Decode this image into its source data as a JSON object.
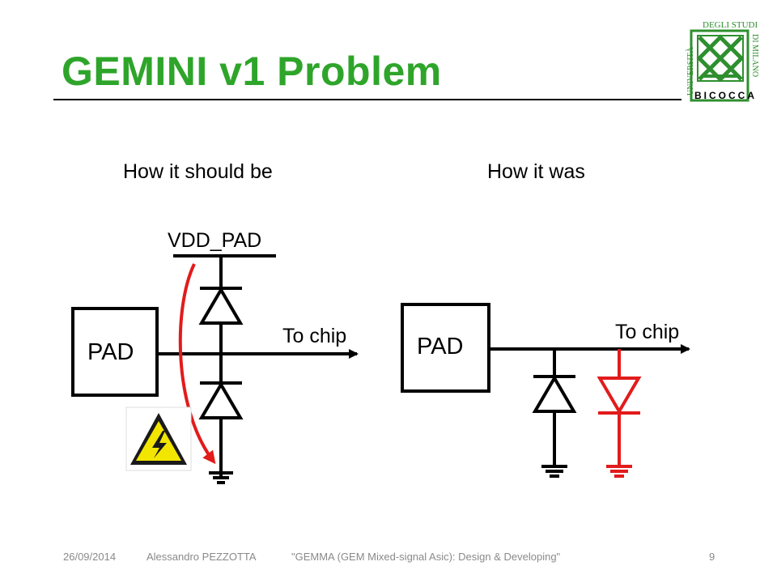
{
  "slide": {
    "title": "GEMINI v1 Problem"
  },
  "logo": {
    "line_vertical": "UNIVERSITÀ",
    "line_top": "DEGLI STUDI",
    "line_right": "DI MILANO",
    "line_bottom": "BICOCCA"
  },
  "diagram": {
    "left_heading": "How it should be",
    "right_heading": "How it was",
    "vdd_label": "VDD_PAD",
    "pad_label_left": "PAD",
    "pad_label_right": "PAD",
    "to_chip_left": "To chip",
    "to_chip_right": "To chip",
    "colors": {
      "wire": "#000000",
      "highlight": "#e21b1b",
      "warning_fill": "#f2e600"
    },
    "icons": [
      "warning-icon",
      "arrow-icon",
      "diode-icon",
      "ground-icon"
    ]
  },
  "footer": {
    "date": "26/09/2014",
    "author": "Alessandro PEZZOTTA",
    "talk": "\"GEMMA (GEM Mixed-signal Asic): Design & Developing\"",
    "page": "9"
  }
}
